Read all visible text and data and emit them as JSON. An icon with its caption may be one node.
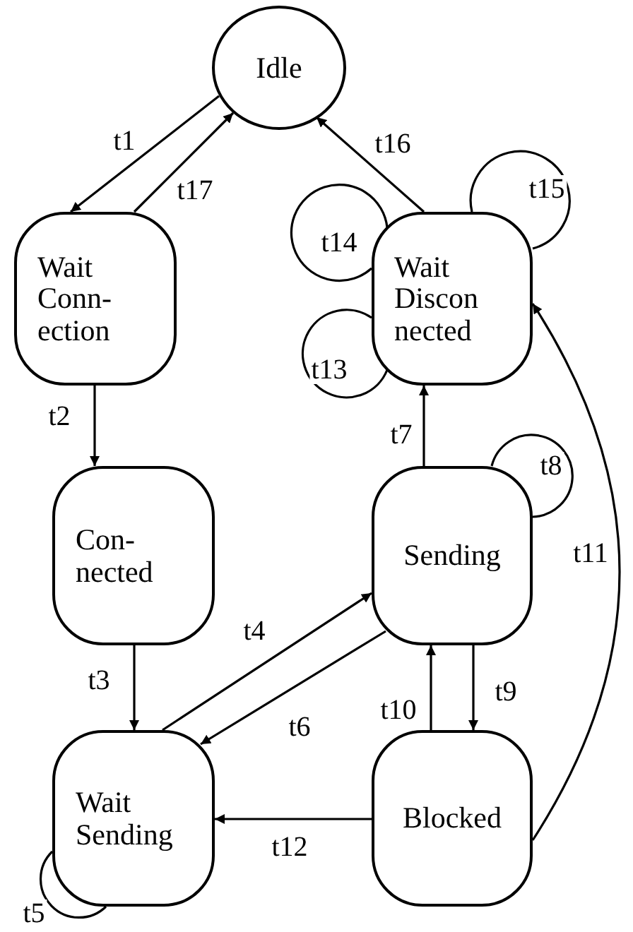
{
  "diagram": {
    "nodes": [
      {
        "text": [
          "Idle"
        ]
      },
      {
        "text": [
          "Wait Conn- ection"
        ]
      },
      {
        "text": [
          "Con- nected"
        ]
      },
      {
        "text": [
          "Sending"
        ]
      },
      {
        "text": [
          "Wait Discon nected"
        ]
      },
      {
        "text": [
          "Wait Sending"
        ]
      },
      {
        "text": [
          "Blocked"
        ]
      }
    ],
    "edges": [
      {
        "from": 0,
        "to": 1,
        "arrow": "to",
        "label": "t1"
      },
      {
        "from": 1,
        "to": 0,
        "arrow": "to",
        "label": "t17"
      },
      {
        "from": 1,
        "to": 2,
        "arrow": "to",
        "label": "t2"
      },
      {
        "from": 2,
        "to": 5,
        "arrow": "to",
        "label": "t3"
      },
      {
        "from": 5,
        "to": 3,
        "arrow": "to",
        "label": "t4"
      },
      {
        "from": 5,
        "to": 5,
        "arrow": "none",
        "label": "t5"
      },
      {
        "from": 3,
        "to": 5,
        "arrow": "to",
        "label": "t6"
      },
      {
        "from": 3,
        "to": 4,
        "arrow": "to",
        "label": "t7"
      },
      {
        "from": 3,
        "to": 3,
        "arrow": "none",
        "label": "t8"
      },
      {
        "from": 3,
        "to": 6,
        "arrow": "to",
        "label": "t9"
      },
      {
        "from": 6,
        "to": 3,
        "arrow": "to",
        "label": "t10"
      },
      {
        "from": 6,
        "to": 4,
        "arrow": "to",
        "label": "t11"
      },
      {
        "from": 6,
        "to": 5,
        "arrow": "to",
        "label": "t12"
      },
      {
        "from": 4,
        "to": 4,
        "arrow": "none",
        "label": "t13"
      },
      {
        "from": 4,
        "to": 4,
        "arrow": "none",
        "label": "t14"
      },
      {
        "from": 4,
        "to": 4,
        "arrow": "none",
        "label": "t15"
      },
      {
        "from": 4,
        "to": 0,
        "arrow": "to",
        "label": "t16"
      }
    ]
  }
}
